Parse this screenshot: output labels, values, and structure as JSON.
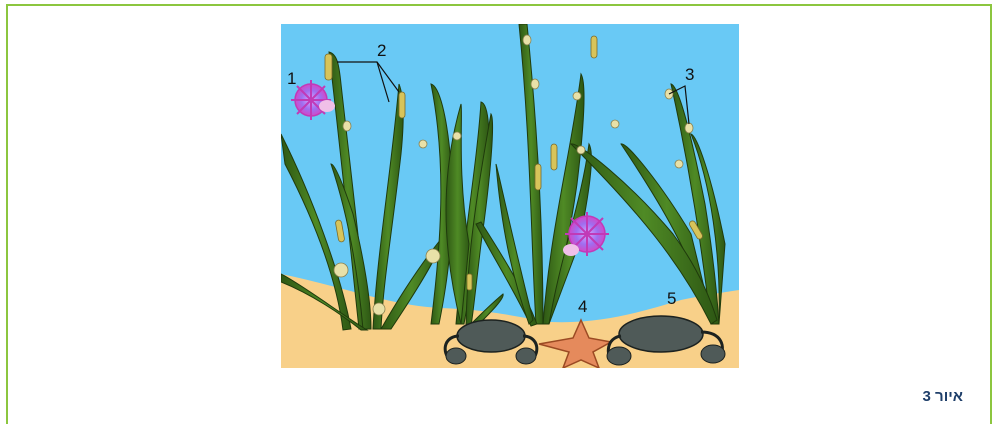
{
  "figure": {
    "caption": "איור 3",
    "labels": [
      "1",
      "2",
      "3",
      "4",
      "5"
    ],
    "colors": {
      "water": "#69c9f5",
      "sand": "#f8d089",
      "seagrass": "#3b6b1a",
      "frame": "#8cc63f",
      "caption": "#1f3f6a"
    }
  }
}
